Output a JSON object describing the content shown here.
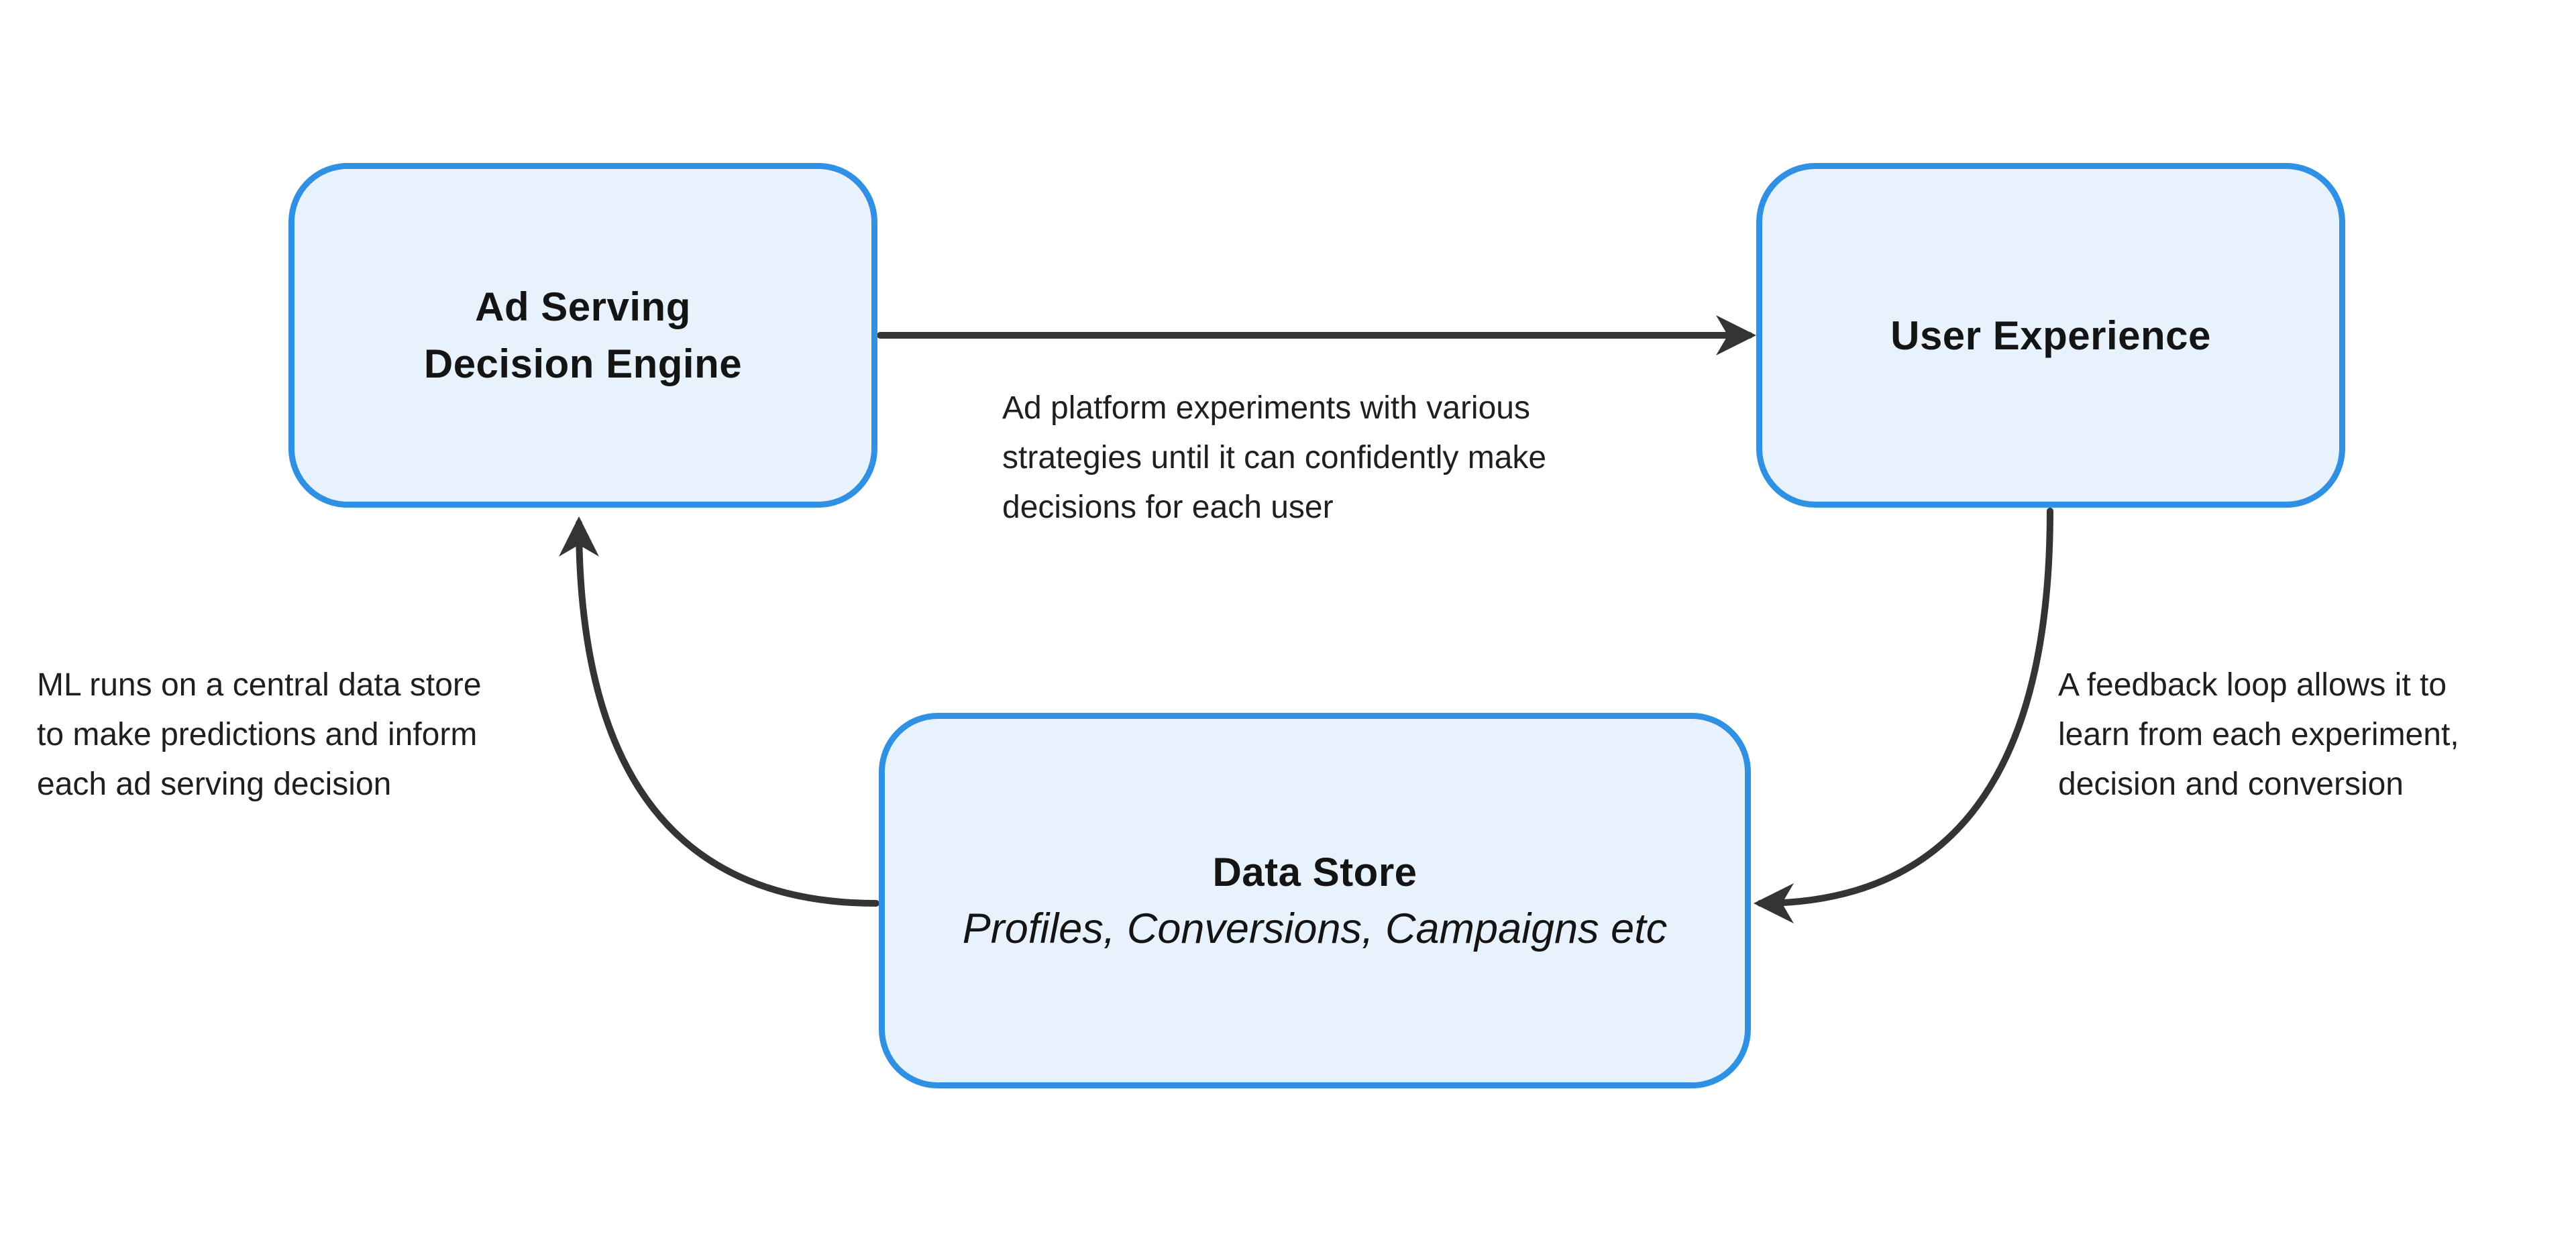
{
  "colors": {
    "background": "#ffffff",
    "node_fill": "#e8f2fc",
    "node_border": "#2f90e4",
    "heading_text": "#141414",
    "caption_text": "#1f1f1f",
    "arrow": "#343434"
  },
  "nodes": {
    "ad_serving": {
      "line1": "Ad Serving",
      "line2": "Decision Engine"
    },
    "user_experience": {
      "label": "User Experience"
    },
    "data_store": {
      "label": "Data Store",
      "sublabel": "Profiles, Conversions, Campaigns etc"
    }
  },
  "captions": {
    "top_center": {
      "lines": [
        "Ad platform experiments with various",
        "strategies until it can confidently make",
        "decisions for each user"
      ]
    },
    "right": {
      "lines": [
        "A feedback loop allows it to",
        "learn from each experiment,",
        "decision and conversion"
      ]
    },
    "left": {
      "lines": [
        "ML runs on a central data store",
        "to make predictions and inform",
        "each ad serving decision"
      ]
    }
  },
  "edges": [
    {
      "from": "ad_serving",
      "to": "user_experience"
    },
    {
      "from": "user_experience",
      "to": "data_store"
    },
    {
      "from": "data_store",
      "to": "ad_serving"
    }
  ]
}
